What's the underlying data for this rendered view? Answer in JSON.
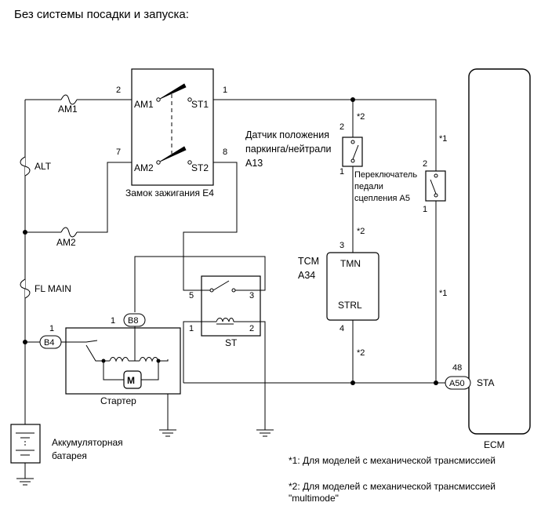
{
  "header": {
    "title": "Без системы посадки и запуска:"
  },
  "fuses": {
    "am1": "AM1",
    "am2": "AM2",
    "alt": "ALT",
    "fl_main": "FL MAIN"
  },
  "ignition": {
    "label": "Замок зажигания E4",
    "pins": {
      "am1": "2",
      "st1": "1",
      "am2": "7",
      "st2": "8"
    },
    "terms": {
      "am1": "AM1",
      "st1": "ST1",
      "am2": "AM2",
      "st2": "ST2"
    }
  },
  "park_neutral": {
    "label_line1": "Датчик положения",
    "label_line2": "паркинга/нейтрали",
    "label_line3": "A13",
    "pin_top": "2",
    "pin_bottom": "1",
    "note": "*2"
  },
  "clutch": {
    "label_line1": "Переключатель",
    "label_line2": "педали",
    "label_line3": "сцепления A5",
    "pin_top": "2",
    "pin_bottom": "1",
    "note": "*1"
  },
  "tcm": {
    "label_line1": "TCM",
    "label_line2": "A34",
    "tmn": "TMN",
    "strl": "STRL",
    "pin_top": "3",
    "pin_bottom": "4",
    "note_top": "*2",
    "note_bottom": "*2"
  },
  "relay": {
    "label": "ST",
    "pins": {
      "p5": "5",
      "p3": "3",
      "p1": "1",
      "p2": "2"
    }
  },
  "starter": {
    "label": "Стартер",
    "connector_b8": "B8",
    "connector_b4": "B4",
    "pin_b8": "1",
    "pin_b4": "1",
    "motor": "M"
  },
  "ecm": {
    "label": "ECM",
    "sta": "STA",
    "connector": "A50",
    "pin": "48",
    "note_mid": "*1"
  },
  "battery": {
    "line1": "Аккумуляторная",
    "line2": "батарея"
  },
  "footnotes": {
    "n1": "*1: Для моделей с механической трансмиссией",
    "n2_line1": "*2: Для моделей с механической трансмиссией",
    "n2_line2": "\"multimode\""
  }
}
